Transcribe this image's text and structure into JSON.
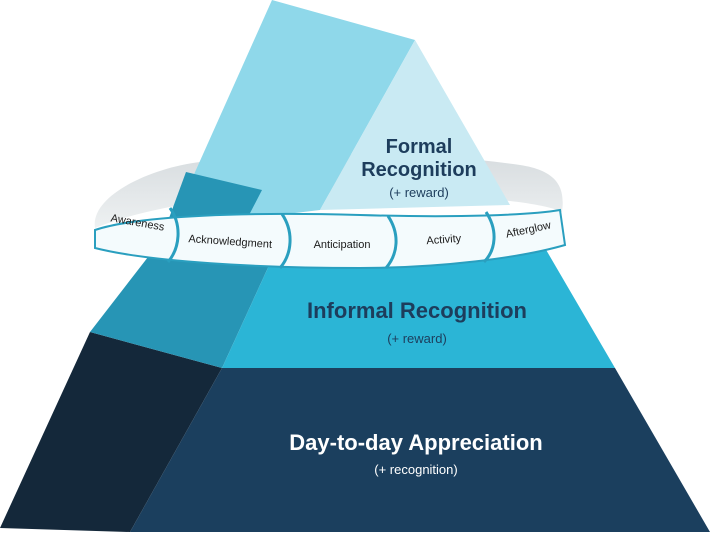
{
  "diagram": {
    "tiers": [
      {
        "title_lines": [
          "Formal",
          "Recognition"
        ],
        "subtitle": "(+ reward)"
      },
      {
        "title_lines": [
          "Informal Recognition"
        ],
        "subtitle": "(+ reward)"
      },
      {
        "title_lines": [
          "Day-to-day Appreciation"
        ],
        "subtitle": "(+ recognition)"
      }
    ],
    "ring_stages": [
      "Awareness",
      "Acknowledgment",
      "Anticipation",
      "Activity",
      "Afterglow"
    ]
  },
  "colors": {
    "top_face": "#c9eaf3",
    "top_side": "#8fd8ea",
    "mid_face": "#2bb5d6",
    "mid_side": "#2795b5",
    "bottom_face": "#1b3f5e",
    "bottom_side": "#14283a",
    "text_dark": "#1d3d5c",
    "text_light": "#ffffff",
    "ring_fill": "#f4fbfd",
    "ring_stroke": "#2a9fbf"
  }
}
